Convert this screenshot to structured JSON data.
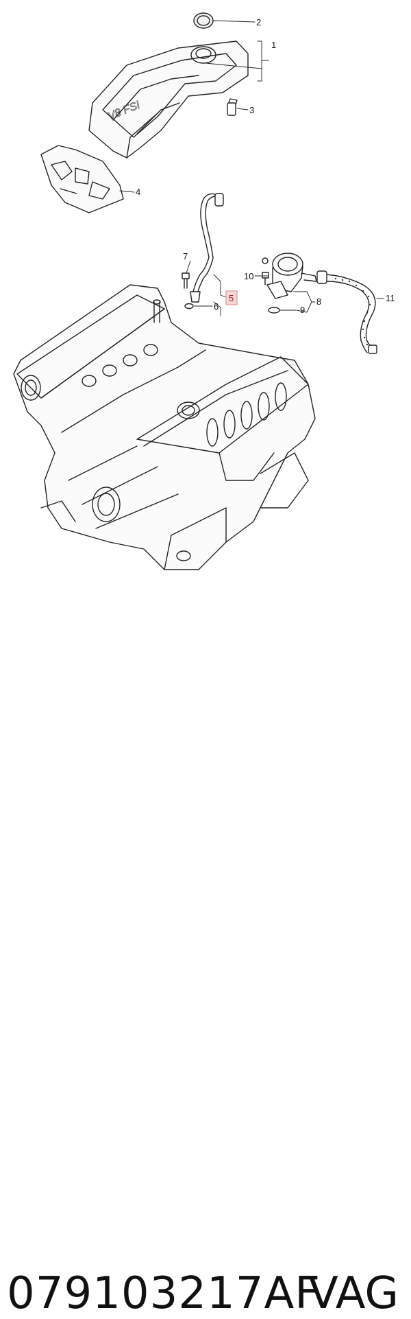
{
  "diagram": {
    "callouts": [
      {
        "id": "c1",
        "text": "1"
      },
      {
        "id": "c2",
        "text": "2"
      },
      {
        "id": "c3",
        "text": "3"
      },
      {
        "id": "c4",
        "text": "4"
      },
      {
        "id": "c5",
        "text": "5",
        "highlighted": true
      },
      {
        "id": "c6",
        "text": "6"
      },
      {
        "id": "c7",
        "text": "7"
      },
      {
        "id": "c8",
        "text": "8"
      },
      {
        "id": "c9",
        "text": "9"
      },
      {
        "id": "c10",
        "text": "10"
      },
      {
        "id": "c11",
        "text": "11"
      }
    ],
    "cover_badge": "V8 FSI",
    "highlight_color": "#e8a0a0"
  },
  "footer": {
    "part_number": "079103217AF",
    "brand": "VAG"
  }
}
